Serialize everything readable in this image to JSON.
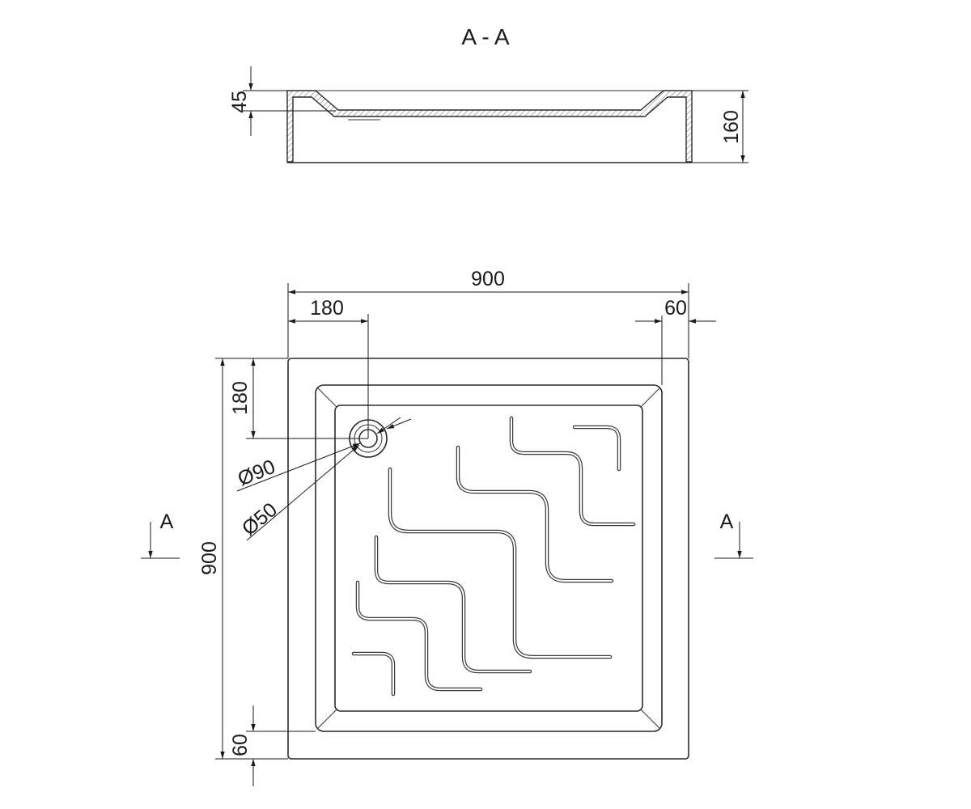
{
  "section": {
    "title": "A - A",
    "dim_rim_height": "45",
    "dim_total_height": "160"
  },
  "plan": {
    "dim_total_width": "900",
    "dim_total_depth": "900",
    "dim_drain_offset_x": "180",
    "dim_drain_offset_y": "180",
    "dim_rim_right": "60",
    "dim_rim_bottom": "60",
    "dim_drain_outer": "Ø90",
    "dim_drain_inner": "Ø50",
    "section_marker_left": "A",
    "section_marker_right": "A"
  }
}
